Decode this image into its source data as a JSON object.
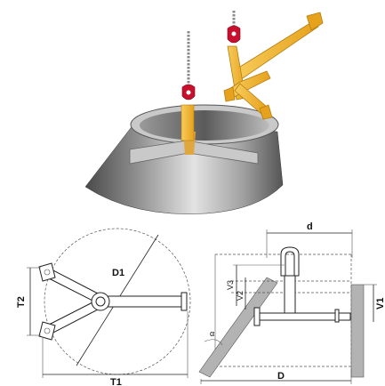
{
  "labels": {
    "d_upper": "d",
    "D1": "D1",
    "T2": "T2",
    "T1": "T1",
    "D": "D",
    "V1": "V1",
    "V2": "V2",
    "V3": "V3",
    "alpha": "α"
  },
  "colors": {
    "yellow": "#f2b32e",
    "yellow_dark": "#d08b12",
    "steel_light": "#d9d9d9",
    "steel_dark": "#5e5e5e",
    "hook_red": "#c8102e",
    "chain": "#8a8a8a",
    "gray_plate": "#b3b3b3"
  }
}
